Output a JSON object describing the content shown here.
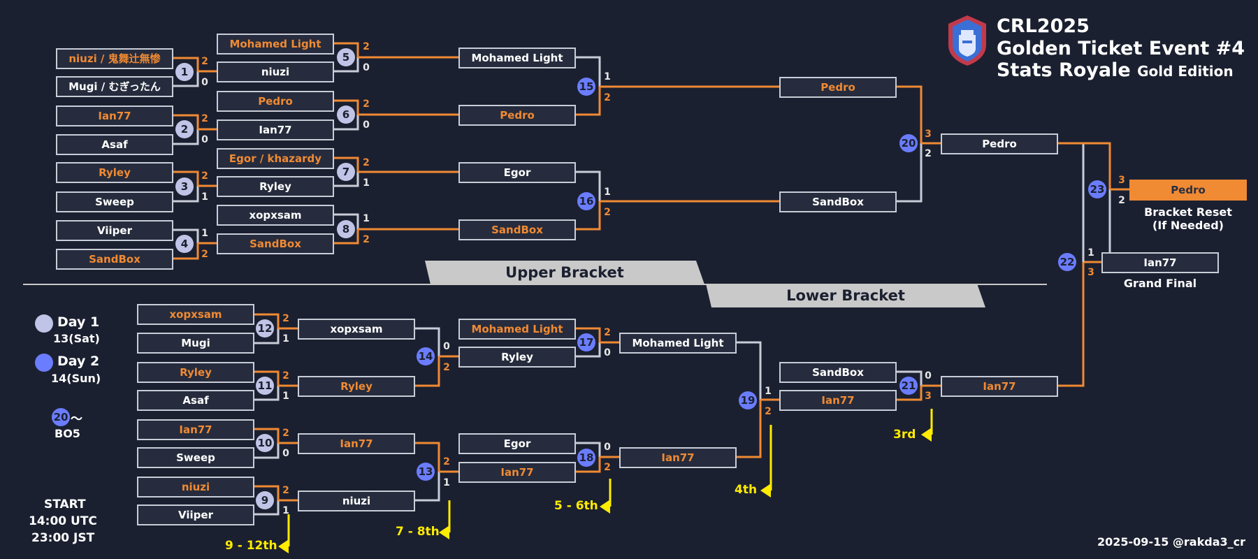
{
  "header": {
    "line1": "CRL2025",
    "line2": "Golden Ticket Event #4",
    "line3": "Stats Royale",
    "line3_small": "Gold Edition",
    "logo_icon": "crl-shield-logo-icon"
  },
  "labels": {
    "upper_bracket": "Upper Bracket",
    "lower_bracket": "Lower Bracket",
    "bracket_reset_line1": "Bracket Reset",
    "bracket_reset_line2": "(If Needed)",
    "grand_final": "Grand Final"
  },
  "legend": {
    "day1": "Day 1",
    "day1_date": "13(Sat)",
    "day2": "Day 2",
    "day2_date": "14(Sun)",
    "bo5_num": "20",
    "bo5_tilde": "〜",
    "bo5": "BO5",
    "start": "START",
    "start_utc": "14:00 UTC",
    "start_jst": "23:00 JST"
  },
  "footer": {
    "credit": "2025-09-15 @rakda3_cr"
  },
  "colors": {
    "background": "#1b2030",
    "winner": "#f08a33",
    "day1": "#c0c4e6",
    "day2": "#6b7dff",
    "placement": "#ffec00"
  },
  "matches": {
    "m1": {
      "num": "1",
      "top": "niuzi / 鬼舞辻無惨",
      "bottom": "Mugi / むぎったん",
      "top_score": "2",
      "bottom_score": "0"
    },
    "m2": {
      "num": "2",
      "top": "Ian77",
      "bottom": "Asaf",
      "top_score": "2",
      "bottom_score": "0"
    },
    "m3": {
      "num": "3",
      "top": "Ryley",
      "bottom": "Sweep",
      "top_score": "2",
      "bottom_score": "1"
    },
    "m4": {
      "num": "4",
      "top": "Viiper",
      "bottom": "SandBox",
      "top_score": "1",
      "bottom_score": "2"
    },
    "m5": {
      "num": "5",
      "top": "Mohamed Light",
      "bottom": "niuzi",
      "top_score": "2",
      "bottom_score": "0"
    },
    "m6": {
      "num": "6",
      "top": "Pedro",
      "bottom": "Ian77",
      "top_score": "2",
      "bottom_score": "0"
    },
    "m7": {
      "num": "7",
      "top": "Egor / khazardy",
      "bottom": "Ryley",
      "top_score": "2",
      "bottom_score": "1"
    },
    "m8": {
      "num": "8",
      "top": "xopxsam",
      "bottom": "SandBox",
      "top_score": "1",
      "bottom_score": "2"
    },
    "m15": {
      "num": "15",
      "top": "Mohamed Light",
      "bottom": "Pedro",
      "top_score": "1",
      "bottom_score": "2"
    },
    "m16": {
      "num": "16",
      "top": "Egor",
      "bottom": "SandBox",
      "top_score": "1",
      "bottom_score": "2"
    },
    "m20": {
      "num": "20",
      "top": "Pedro",
      "bottom": "SandBox",
      "top_score": "3",
      "bottom_score": "2"
    },
    "m12": {
      "num": "12",
      "top": "xopxsam",
      "bottom": "Mugi",
      "top_score": "2",
      "bottom_score": "1"
    },
    "m11": {
      "num": "11",
      "top": "Ryley",
      "bottom": "Asaf",
      "top_score": "2",
      "bottom_score": "1"
    },
    "m10": {
      "num": "10",
      "top": "Ian77",
      "bottom": "Sweep",
      "top_score": "2",
      "bottom_score": "0"
    },
    "m9": {
      "num": "9",
      "top": "niuzi",
      "bottom": "Viiper",
      "top_score": "2",
      "bottom_score": "1"
    },
    "m14": {
      "num": "14",
      "top": "xopxsam",
      "bottom": "Ryley",
      "top_score": "0",
      "bottom_score": "2"
    },
    "m13": {
      "num": "13",
      "top": "Ian77",
      "bottom": "niuzi",
      "top_score": "2",
      "bottom_score": "1"
    },
    "m17": {
      "num": "17",
      "top": "Mohamed Light",
      "bottom": "Ryley",
      "top_score": "2",
      "bottom_score": "0"
    },
    "m18": {
      "num": "18",
      "top": "Egor",
      "bottom": "Ian77",
      "top_score": "0",
      "bottom_score": "2"
    },
    "m19": {
      "num": "19",
      "top": "Mohamed Light",
      "bottom": "Ian77",
      "top_score": "1",
      "bottom_score": "2"
    },
    "m21": {
      "num": "21",
      "top": "SandBox",
      "bottom": "Ian77",
      "top_score": "0",
      "bottom_score": "3"
    },
    "m22": {
      "num": "22",
      "top": "Pedro",
      "bottom": "Ian77",
      "top_score": "1",
      "bottom_score": "3"
    },
    "m23": {
      "num": "23",
      "top_score": "3",
      "bottom_score": "2"
    }
  },
  "round_results": {
    "m20_top": "Pedro",
    "m21_winner": "Ian77",
    "grand_final_bottom": "Ian77",
    "bracket_reset_winner": "Pedro"
  },
  "placements": {
    "p9_12": "9 - 12th",
    "p7_8": "7 - 8th",
    "p5_6": "5 - 6th",
    "p4": "4th",
    "p3": "3rd"
  }
}
